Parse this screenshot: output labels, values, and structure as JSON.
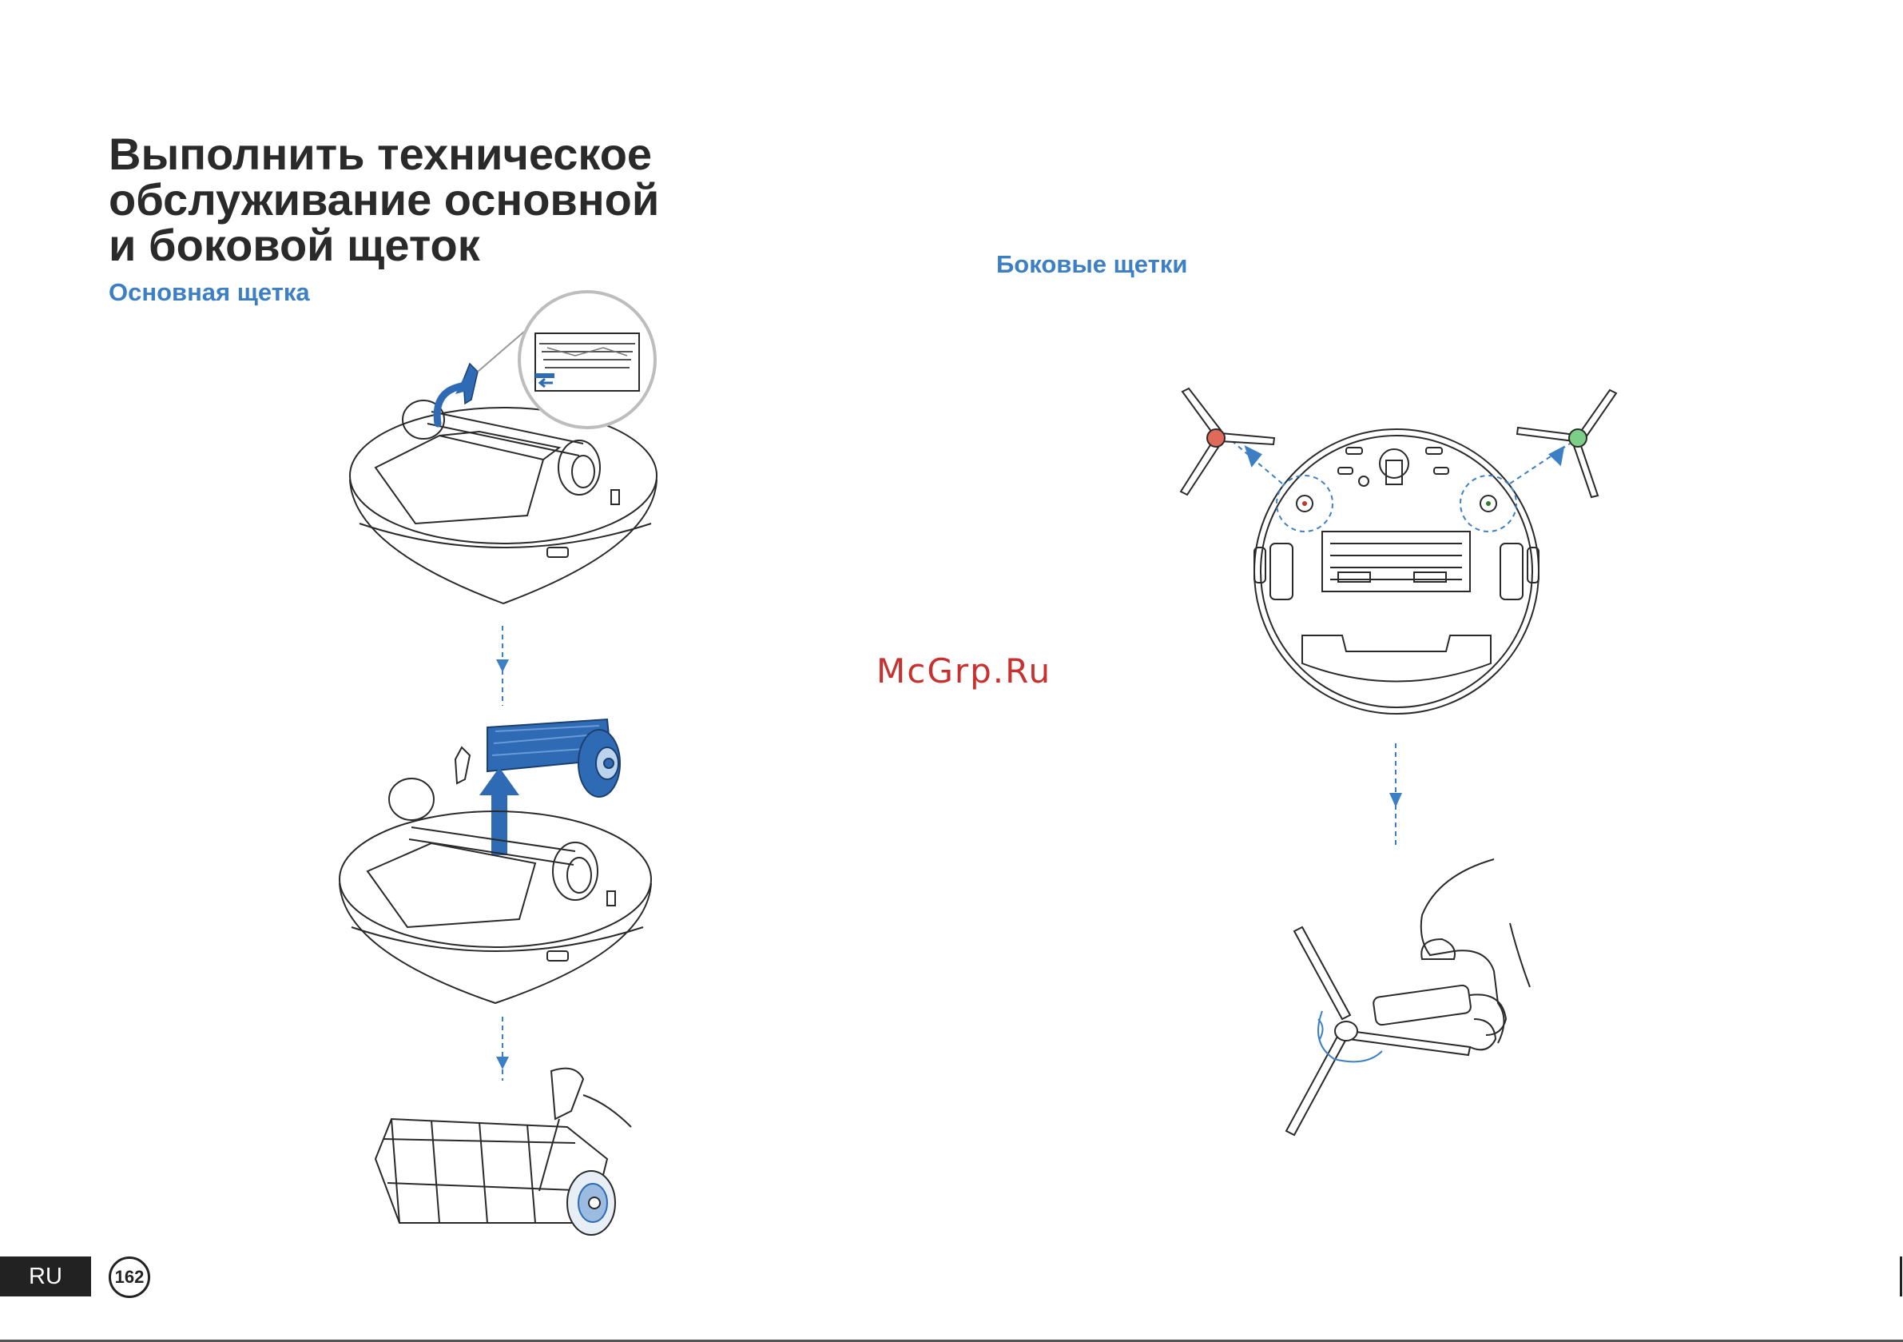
{
  "page": {
    "title_lines": [
      "Выполнить техническое",
      "обслуживание основной",
      "и боковой щеток"
    ],
    "main_brush_heading": "Основная щетка",
    "side_brushes_heading": "Боковые щетки",
    "watermark": "McGrp.Ru",
    "language": "RU",
    "page_number": "162"
  },
  "colors": {
    "accent_blue": "#3d7fc4",
    "brush_blue": "#2f6bb5",
    "red_marker": "#e06a5a",
    "green_marker": "#7ccf86",
    "line": "#2a2a2a"
  }
}
